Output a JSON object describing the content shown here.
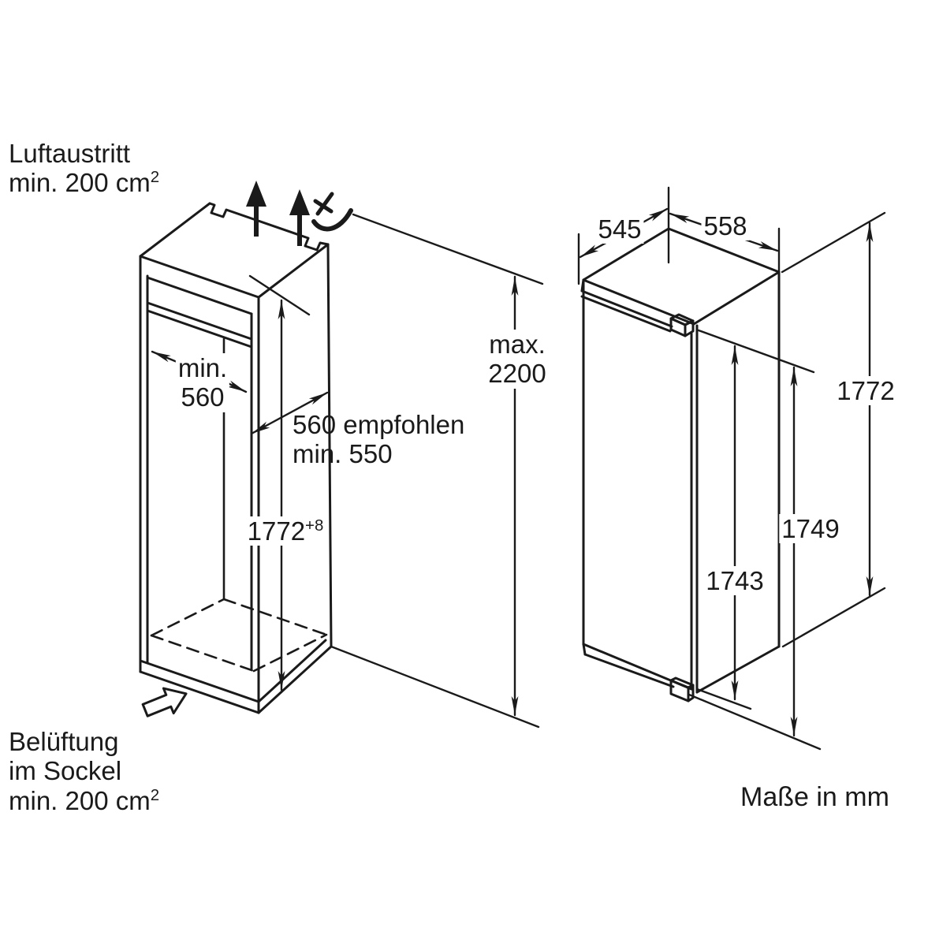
{
  "units_note": "Maße in mm",
  "niche": {
    "air_outlet": {
      "line1": "Luftaustritt",
      "line2": "min. 200 cm",
      "sup": "2"
    },
    "plinth_vent": {
      "line1": "Belüftung",
      "line2": "im Sockel",
      "line3": "min. 200 cm",
      "sup": "2"
    },
    "depth_min": {
      "line1": "min.",
      "line2": "560"
    },
    "depth_recommended": {
      "line1": "560 empfohlen",
      "line2": "min. 550"
    },
    "niche_height": {
      "value": "1772",
      "tolerance": "+8"
    },
    "ceiling_max": {
      "line1": "max.",
      "line2": "2200"
    }
  },
  "appliance": {
    "depth": "545",
    "width": "558",
    "height_total": "1772",
    "height_side": "1749",
    "height_door": "1743"
  },
  "colors": {
    "line": "#1a1a1a",
    "background": "#ffffff"
  }
}
